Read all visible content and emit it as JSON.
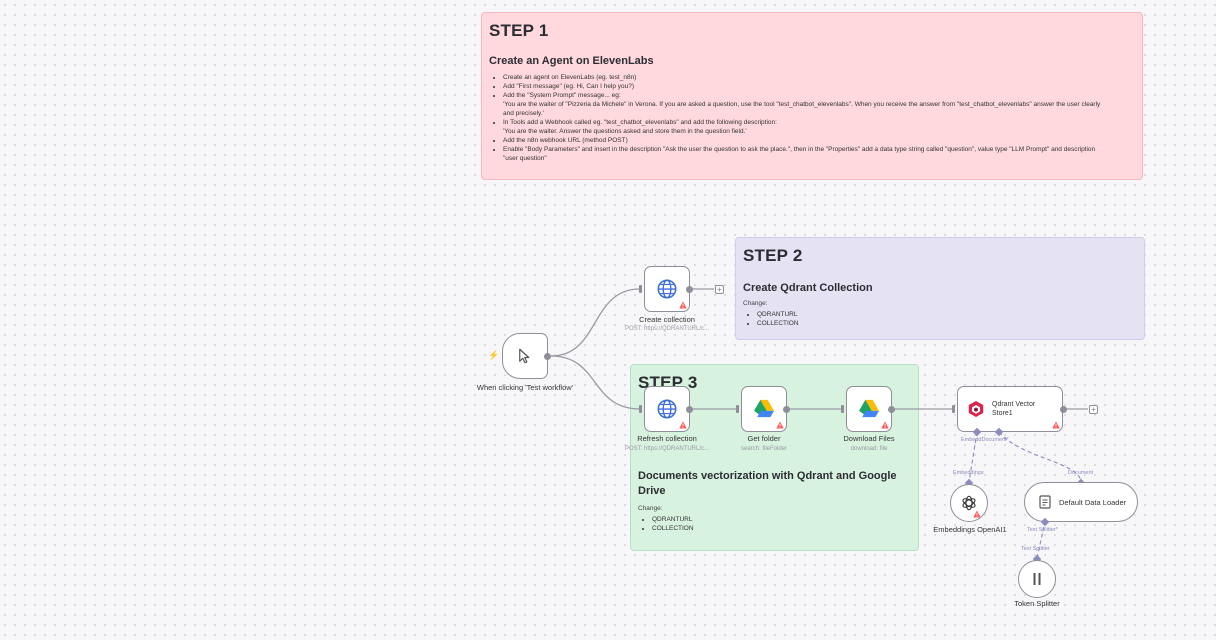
{
  "notes": {
    "step1": {
      "title": "STEP 1",
      "subtitle": "Create an Agent on ElevenLabs",
      "items": [
        "Create an agent on ElevenLabs (eg. test_n8n)",
        "Add \"First message\" (eg. Hi, Can I help you?)",
        "Add the \"System Prompt\" message... eg:",
        "'You are the waiter of \"Pizzeria da Michele\" in Verona. If you are asked a question, use the tool \"test_chatbot_elevenlabs\". When you receive the answer from \"test_chatbot_elevenlabs\" answer the user clearly",
        "and precisely.'",
        "In Tools add a Webhook called eg. \"test_chatbot_elevenlabs\" and add the following description:",
        "'You are the waiter. Answer the questions asked and store them in the question field.'",
        "Add the n8n webhook URL (method POST)",
        "Enable \"Body Parameters\" and insert in the description \"Ask the user the question to ask the place.\", then in the \"Properties\" add a data type string called \"question\", value type \"LLM Prompt\" and description",
        "\"user question\""
      ]
    },
    "step2": {
      "title": "STEP 2",
      "subtitle": "Create Qdrant Collection",
      "change_label": "Change:",
      "items": [
        "QDRANTURL",
        "COLLECTION"
      ]
    },
    "step3": {
      "title": "STEP 3",
      "subtitle": "Documents vectorization with Qdrant and Google Drive",
      "change_label": "Change:",
      "items": [
        "QDRANTURL",
        "COLLECTION"
      ]
    }
  },
  "nodes": {
    "trigger": {
      "label": "When clicking 'Test workflow'",
      "icon": "cursor-icon"
    },
    "create_collection": {
      "label": "Create collection",
      "sub": "POST: https://QDRANTURL/c...",
      "icon": "globe-icon"
    },
    "refresh_collection": {
      "label": "Refresh collection",
      "sub": "POST: https://QDRANTURL/c...",
      "icon": "globe-icon"
    },
    "get_folder": {
      "label": "Get folder",
      "sub": "search: fileFolder",
      "icon": "google-drive-icon"
    },
    "download_files": {
      "label": "Download Files",
      "sub": "download: file",
      "icon": "google-drive-icon"
    },
    "qdrant": {
      "label": "Qdrant Vector Store1",
      "icon": "qdrant-icon"
    },
    "embeddings": {
      "label": "Embeddings OpenAI1",
      "icon": "openai-icon"
    },
    "loader": {
      "label": "Default Data Loader",
      "icon": "document-icon"
    },
    "splitter": {
      "label": "Token Splitter",
      "icon": "splitter-icon"
    }
  },
  "edge_labels": {
    "embeddings_top": "Embeddings",
    "document_top": "Document",
    "qdrant_bottom": "EmbeddDocument*",
    "text_splitter_star": "Text Splitter*",
    "text_splitter": "Text Splitter"
  },
  "colors": {
    "step1_bg": "#ffd9dd",
    "step2_bg": "#e4e2f3",
    "step3_bg": "#d8f2e0",
    "warning": "#ff5a5a",
    "globe": "#3d6fd9"
  }
}
